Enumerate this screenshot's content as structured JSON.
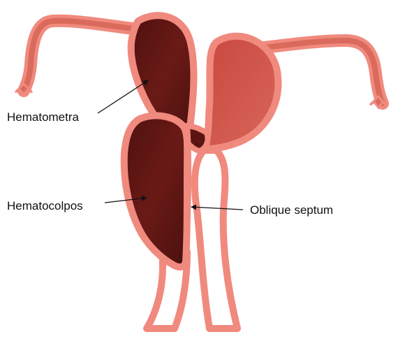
{
  "labels": {
    "hematometra": "Hematometra",
    "hematocolpos": "Hematocolpos",
    "oblique_septum": "Oblique septum"
  },
  "colors": {
    "background": "#ffffff",
    "tissue_outline": "#f08a7e",
    "tissue_light": "#f59a8c",
    "uterus_right": "#d2574c",
    "tube": "#d96a5c",
    "blood_dark": "#5a1512",
    "blood_mid": "#6b1a16",
    "arrow": "#111111",
    "text": "#111111"
  }
}
